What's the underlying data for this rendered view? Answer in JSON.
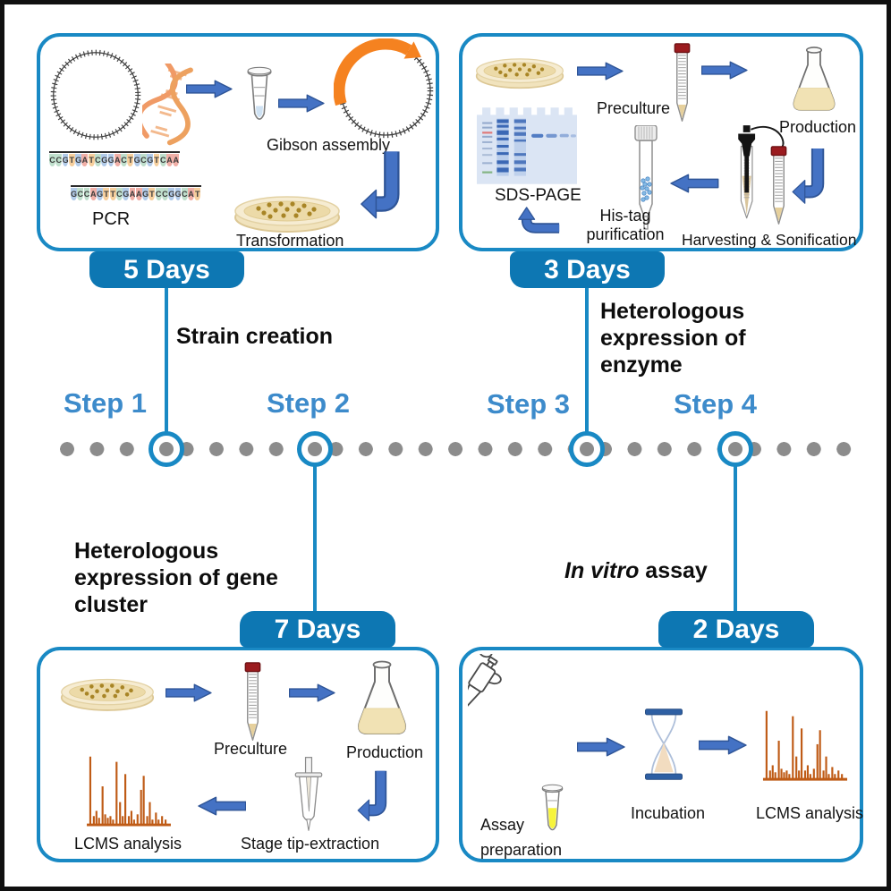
{
  "panels": {
    "strain": {
      "badge": "5 Days",
      "gibson": "Gibson assembly",
      "pcr": "PCR",
      "transformation": "Transformation",
      "seq1": "CCGTGATCGGACTGCGTCAA",
      "seq2": "GCCAGTTCGAAGTCCGGCAT"
    },
    "enzyme": {
      "badge": "3 Days",
      "preculture": "Preculture",
      "production": "Production",
      "sds_page": "SDS-PAGE",
      "histag_line1": "His-tag",
      "histag_line2": "purification",
      "harvesting": "Harvesting & Sonification"
    },
    "gene_cluster": {
      "badge": "7 Days",
      "preculture": "Preculture",
      "production": "Production",
      "lcms": "LCMS analysis",
      "stage_tip": "Stage tip-extraction"
    },
    "invitro": {
      "badge": "2 Days",
      "assay_line1": "Assay",
      "assay_line2": "preparation",
      "incubation": "Incubation",
      "lcms": "LCMS analysis"
    }
  },
  "timeline": {
    "steps": [
      "Step 1",
      "Step 2",
      "Step 3",
      "Step 4"
    ],
    "strain_caption": "Strain creation",
    "enzyme_caption": "Heterologous expression of enzyme",
    "gene_cluster_caption": "Heterologous expression of gene cluster",
    "invitro_caption_italic": "In vitro",
    "invitro_caption_rest": " assay"
  },
  "icons": {
    "plasmid-icon": "circular plasmid map with tick marks",
    "plasmid-insert-icon": "plasmid with orange insert arrow",
    "dna-helix-icon": "orange DNA double helix",
    "eppendorf-tube-icon": "microcentrifuge tube",
    "petri-dish-icon": "agar plate with colonies",
    "falcon-tube-icon": "conical tube with red cap",
    "flask-icon": "Erlenmeyer flask with culture",
    "sds-gel-icon": "protein gel",
    "sonicator-icon": "sonicator probe in tube",
    "histag-column-icon": "purification column with resin",
    "lcms-icon": "chromatogram peaks",
    "hourglass-icon": "hourglass",
    "pipette-icon": "micropipette",
    "stagetip-icon": "stage tip in tube",
    "arrow-right-icon": "block arrow",
    "arrow-down-left-icon": "curved block arrow",
    "arrow-left-up-icon": "curved block arrow"
  },
  "colors": {
    "accent_blue": "#1989c4",
    "badge_blue": "#0d77b3",
    "step_blue": "#3d8bcb",
    "arrow_blue": "#4472c4",
    "arrow_border": "#2f5597",
    "dot_gray": "#8c8c8c",
    "insert_orange": "#f58220",
    "lcms_orange": "#bf5b16"
  }
}
